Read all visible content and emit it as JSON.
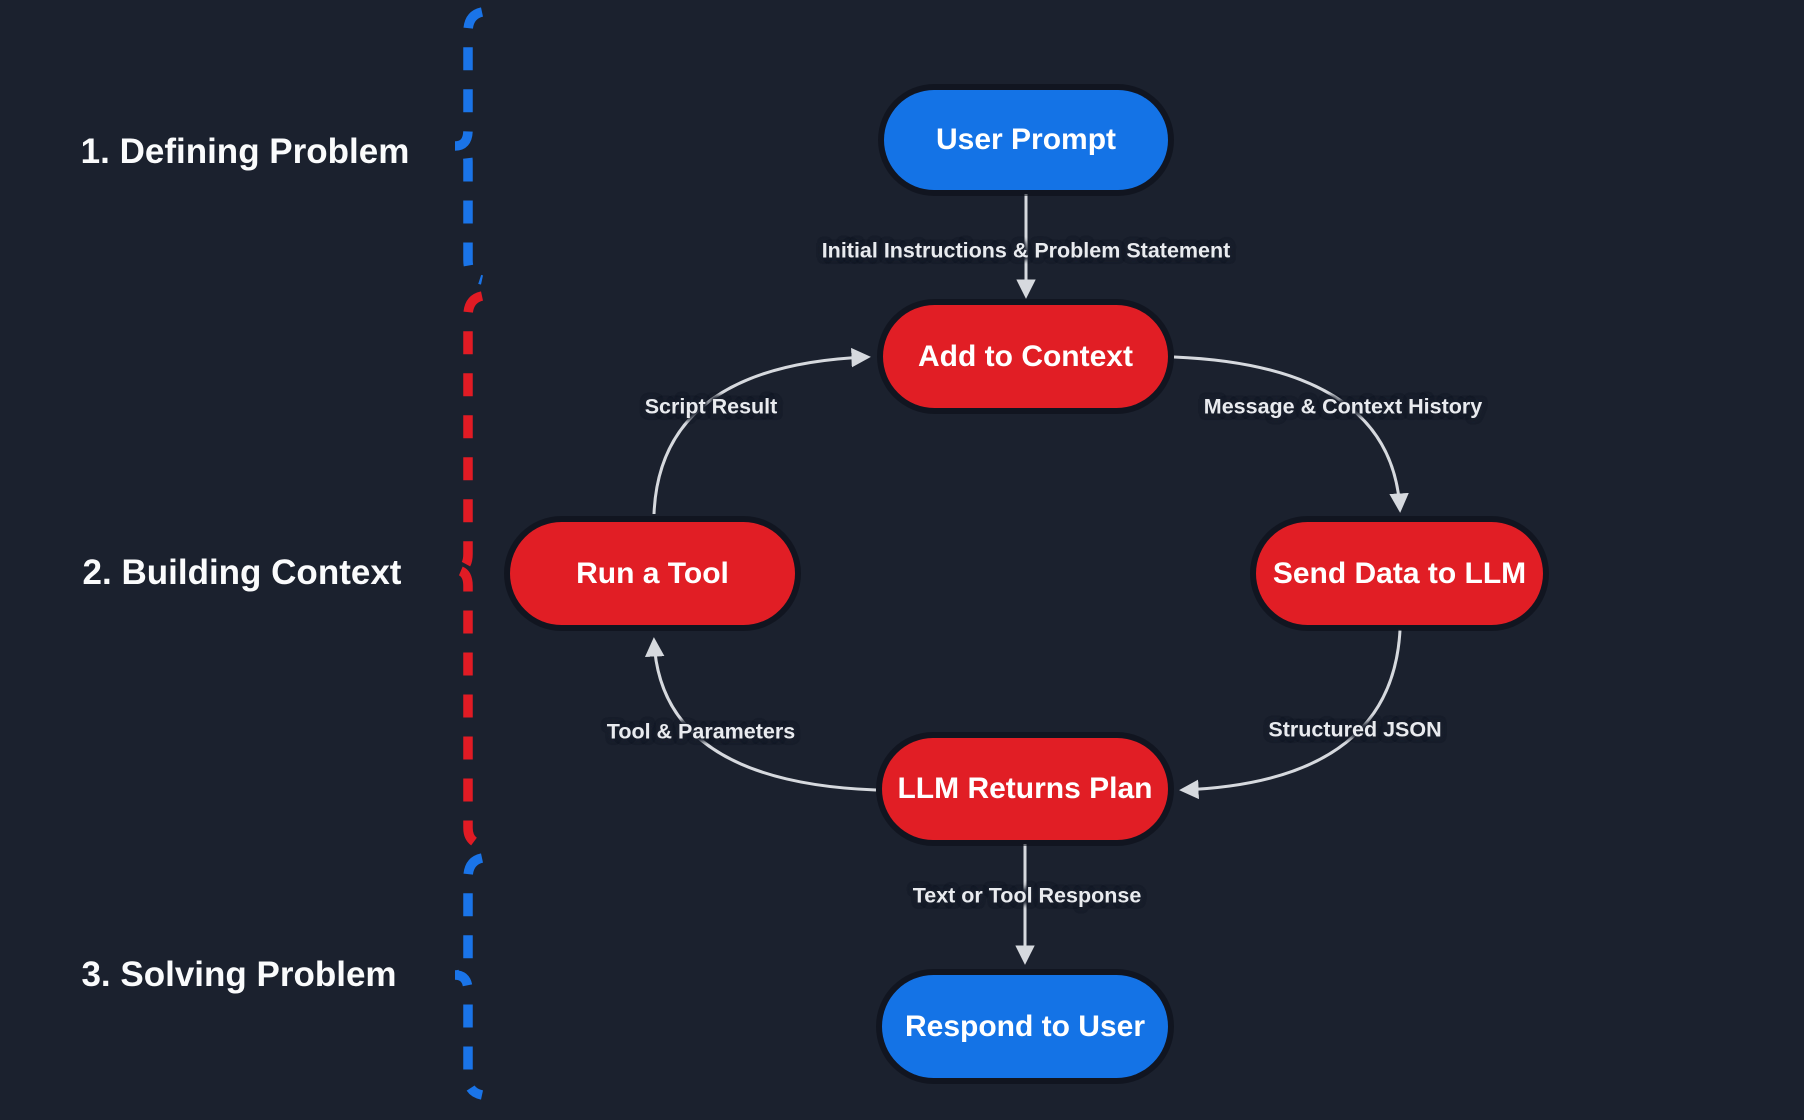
{
  "colors": {
    "background": "#1b212e",
    "node_blue": "#1473e6",
    "node_red": "#e11e25",
    "arrow": "#d6d9de",
    "brace_blue": "#1a74e8",
    "brace_red": "#e11b24",
    "label_text": "#e9ebef",
    "section_text": "#fafbfc"
  },
  "sections": [
    {
      "label": "1. Defining Problem",
      "brace_color": "#1a74e8"
    },
    {
      "label": "2. Building Context",
      "brace_color": "#e11b24"
    },
    {
      "label": "3. Solving Problem",
      "brace_color": "#1a74e8"
    }
  ],
  "nodes": [
    {
      "id": "user-prompt",
      "label": "User Prompt",
      "color": "blue"
    },
    {
      "id": "add-to-context",
      "label": "Add to Context",
      "color": "red"
    },
    {
      "id": "run-a-tool",
      "label": "Run a Tool",
      "color": "red"
    },
    {
      "id": "send-data-to-llm",
      "label": "Send Data to LLM",
      "color": "red"
    },
    {
      "id": "llm-returns-plan",
      "label": "LLM Returns Plan",
      "color": "red"
    },
    {
      "id": "respond-to-user",
      "label": "Respond to User",
      "color": "blue"
    }
  ],
  "edges": [
    {
      "label": "Initial Instructions & Problem Statement",
      "from": "user-prompt",
      "to": "add-to-context"
    },
    {
      "label": "Script Result",
      "from": "run-a-tool",
      "to": "add-to-context"
    },
    {
      "label": "Message & Context History",
      "from": "add-to-context",
      "to": "send-data-to-llm"
    },
    {
      "label": "Tool & Parameters",
      "from": "llm-returns-plan",
      "to": "run-a-tool"
    },
    {
      "label": "Structured JSON",
      "from": "send-data-to-llm",
      "to": "llm-returns-plan"
    },
    {
      "label": "Text or Tool Response",
      "from": "llm-returns-plan",
      "to": "respond-to-user"
    }
  ]
}
